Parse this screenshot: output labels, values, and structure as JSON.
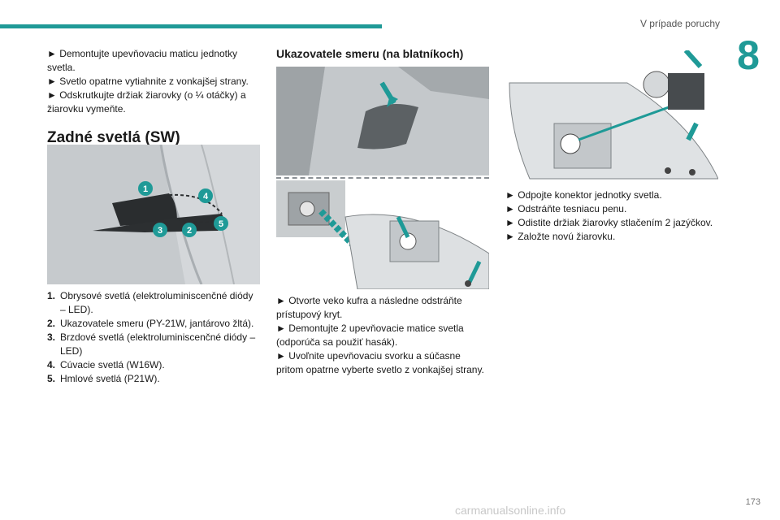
{
  "header": {
    "section_title": "V prípade poruchy",
    "chapter_number": "8"
  },
  "footer": {
    "page_number": "173",
    "watermark": "carmanualsonline.info"
  },
  "col1": {
    "intro_bullets": [
      "Demontujte upevňovaciu maticu jednotky svetla.",
      "Svetlo opatrne vytiahnite z vonkajšej strany.",
      "Odskrutkujte držiak žiarovky (o ¼ otáčky) a žiarovku vymeňte."
    ],
    "heading": "Zadné svetlá (SW)",
    "callouts": [
      "1",
      "2",
      "3",
      "4",
      "5"
    ],
    "list": [
      {
        "n": "1.",
        "text": "Obrysové svetlá (elektroluminiscenčné diódy – LED)."
      },
      {
        "n": "2.",
        "text": "Ukazovatele smeru (PY-21W, jantárovo žltá)."
      },
      {
        "n": "3.",
        "text": "Brzdové svetlá (elektroluminiscenčné diódy – LED)"
      },
      {
        "n": "4.",
        "text": "Cúvacie svetlá (W16W)."
      },
      {
        "n": "5.",
        "text": "Hmlové svetlá (P21W)."
      }
    ]
  },
  "col2": {
    "heading": "Ukazovatele smeru (na blatníkoch)",
    "bullets": [
      "Otvorte veko kufra a následne odstráňte prístupový kryt.",
      "Demontujte 2 upevňovacie matice svetla (odporúča sa použiť hasák).",
      "Uvoľnite upevňovaciu svorku a súčasne pritom opatrne vyberte svetlo z vonkajšej strany."
    ]
  },
  "col3": {
    "bullets": [
      "Odpojte konektor jednotky svetla.",
      "Odstráňte tesniacu penu.",
      "Odistite držiak žiarovky stlačením 2 jazýčkov.",
      "Založte novú žiarovku."
    ]
  },
  "colors": {
    "accent": "#1f9a97"
  }
}
